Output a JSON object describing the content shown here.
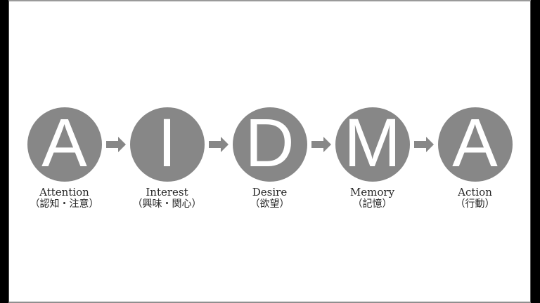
{
  "diagram": {
    "name": "aidma-flow-diagram",
    "steps": [
      {
        "letter": "A",
        "label_en": "Attention",
        "label_ja": "（認知・注意）"
      },
      {
        "letter": "I",
        "label_en": "Interest",
        "label_ja": "（興味・関心）"
      },
      {
        "letter": "D",
        "label_en": "Desire",
        "label_ja": "（欲望）"
      },
      {
        "letter": "M",
        "label_en": "Memory",
        "label_ja": "（記憶）"
      },
      {
        "letter": "A",
        "label_en": "Action",
        "label_ja": "（行動）"
      }
    ],
    "icons": {
      "connector": "arrow-right-icon"
    },
    "colors": {
      "circle": "#878787",
      "arrow": "#878787",
      "letter": "#ffffff",
      "label_text": "#262626",
      "slide_background": "#ffffff",
      "frame_background": "#000000",
      "slide_border": "#8f8f8f"
    }
  }
}
